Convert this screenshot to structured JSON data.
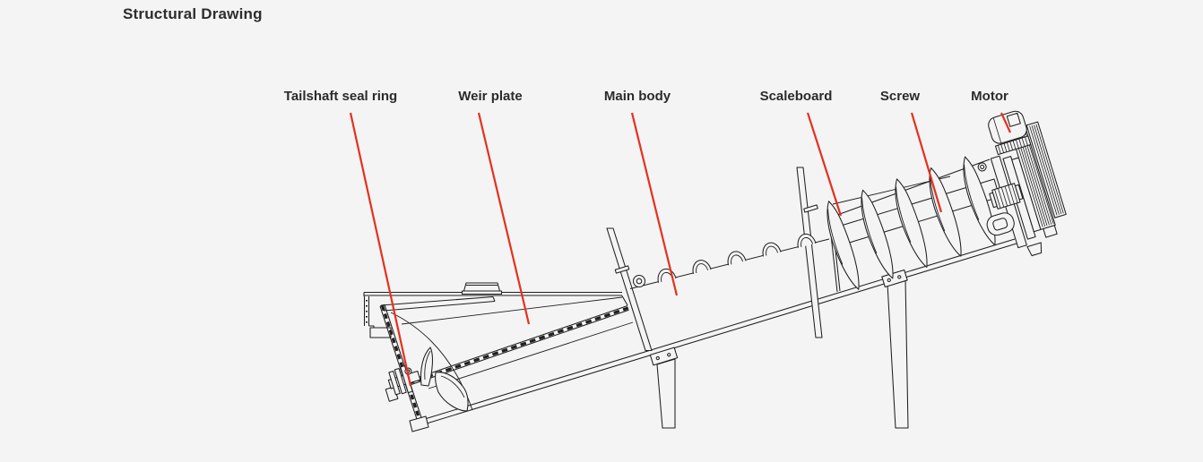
{
  "title": "Structural Drawing",
  "colors": {
    "background": "#f4f4f5",
    "line": "#1f1f1f",
    "leader_red": "#e6301c",
    "text": "#2b2b2b"
  },
  "labels": [
    {
      "id": "tailshaft-seal-ring",
      "text": "Tailshaft seal ring"
    },
    {
      "id": "weir-plate",
      "text": "Weir plate"
    },
    {
      "id": "main-body",
      "text": "Main body"
    },
    {
      "id": "scaleboard",
      "text": "Scaleboard"
    },
    {
      "id": "screw",
      "text": "Screw"
    },
    {
      "id": "motor",
      "text": "Motor"
    }
  ]
}
